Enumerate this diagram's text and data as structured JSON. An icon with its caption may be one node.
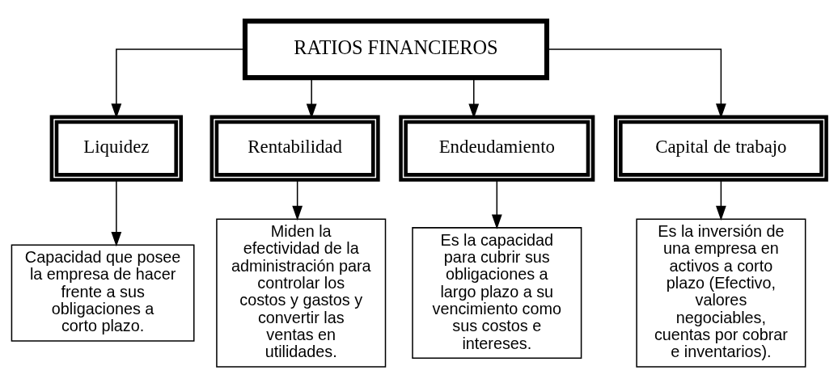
{
  "diagram": {
    "nodes": [
      {
        "text": [
          "RATIOS FINANCIEROS"
        ]
      },
      {
        "text": [
          "Liquidez"
        ]
      },
      {
        "text": [
          "Rentabilidad"
        ]
      },
      {
        "text": [
          "Endeudamiento"
        ]
      },
      {
        "text": [
          "Capital de trabajo"
        ]
      },
      {
        "text": [
          "Capacidad que posee la empresa de hacer frente a sus obligaciones a corto plazo."
        ]
      },
      {
        "text": [
          "Miden la efectividad de la administración para controlar los costos y gastos y convertir las ventas en utilidades."
        ]
      },
      {
        "text": [
          "Es la capacidad para cubrir sus obligaciones a largo plazo a su vencimiento como sus costos e intereses."
        ]
      },
      {
        "text": [
          "Es la inversión de una empresa en activos a corto plazo (Efectivo, valores negociables, cuentas por cobrar e inventarios)."
        ]
      }
    ],
    "edges": [
      {
        "from": 0,
        "to": 1,
        "arrow": "to"
      },
      {
        "from": 0,
        "to": 2,
        "arrow": "to"
      },
      {
        "from": 0,
        "to": 3,
        "arrow": "to"
      },
      {
        "from": 0,
        "to": 4,
        "arrow": "to"
      },
      {
        "from": 1,
        "to": 5,
        "arrow": "to"
      },
      {
        "from": 2,
        "to": 6,
        "arrow": "to"
      },
      {
        "from": 3,
        "to": 7,
        "arrow": "to"
      },
      {
        "from": 4,
        "to": 8,
        "arrow": "to"
      }
    ]
  }
}
